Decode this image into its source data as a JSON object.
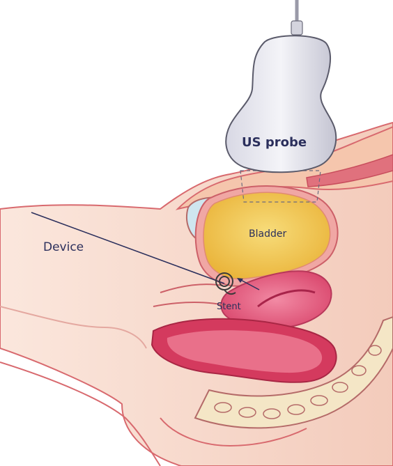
{
  "labels": {
    "us_probe": "US probe",
    "bladder": "Bladder",
    "device": "Device",
    "stent": "Stent"
  },
  "colors": {
    "skin": "#f6d6c8",
    "skin_outline": "#d8696e",
    "bladder_fill": "#f2c94c",
    "bladder_wall": "#e9a3a3",
    "uterus": "#e25a7c",
    "rectum": "#d43a5e",
    "probe_body": "#e8e8f0",
    "probe_outline": "#5a5a6a",
    "bone": "#f4e6c6",
    "label_text": "#2b2f5c"
  }
}
